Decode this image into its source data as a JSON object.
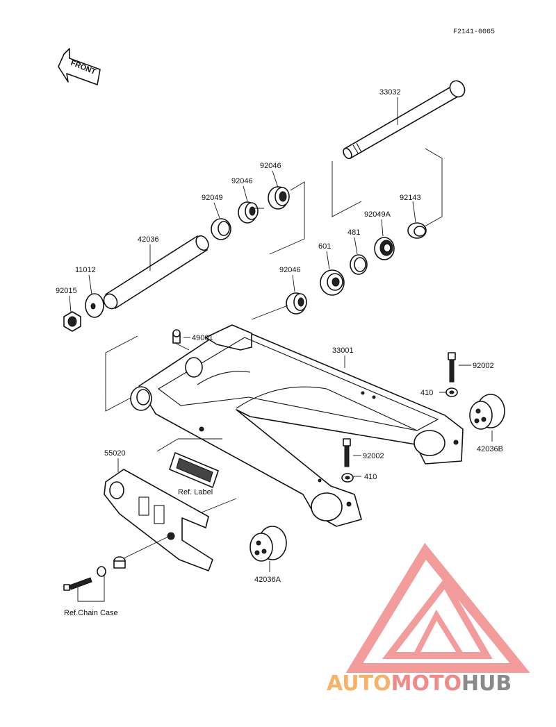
{
  "drawing_code": "F2141-0065",
  "front_label": "FRONT",
  "watermark": {
    "part1": "AUTO",
    "part2": "MOTO",
    "part3": "HUB",
    "color_auto": "#f7b26a",
    "color_moto": "#f08a8a",
    "color_hub": "#8a8a8a",
    "logo_color": "#f28b8b"
  },
  "parts": [
    {
      "id": "p33032",
      "label": "33032"
    },
    {
      "id": "p92046a",
      "label": "92046"
    },
    {
      "id": "p92046b",
      "label": "92046"
    },
    {
      "id": "p92049",
      "label": "92049"
    },
    {
      "id": "p92143",
      "label": "92143"
    },
    {
      "id": "p92049A",
      "label": "92049A"
    },
    {
      "id": "p481",
      "label": "481"
    },
    {
      "id": "p601",
      "label": "601"
    },
    {
      "id": "p42036",
      "label": "42036"
    },
    {
      "id": "p11012",
      "label": "11012"
    },
    {
      "id": "p92015",
      "label": "92015"
    },
    {
      "id": "p92046c",
      "label": "92046"
    },
    {
      "id": "p49001",
      "label": "49001"
    },
    {
      "id": "p33001",
      "label": "33001"
    },
    {
      "id": "p92002a",
      "label": "92002"
    },
    {
      "id": "p410a",
      "label": "410"
    },
    {
      "id": "p42036B",
      "label": "42036B"
    },
    {
      "id": "p55020",
      "label": "55020"
    },
    {
      "id": "p92002b",
      "label": "92002"
    },
    {
      "id": "p410b",
      "label": "410"
    },
    {
      "id": "pRefLabel",
      "label": "Ref. Label"
    },
    {
      "id": "p42036A",
      "label": "42036A"
    },
    {
      "id": "pRefChain",
      "label": "Ref.Chain Case"
    }
  ]
}
